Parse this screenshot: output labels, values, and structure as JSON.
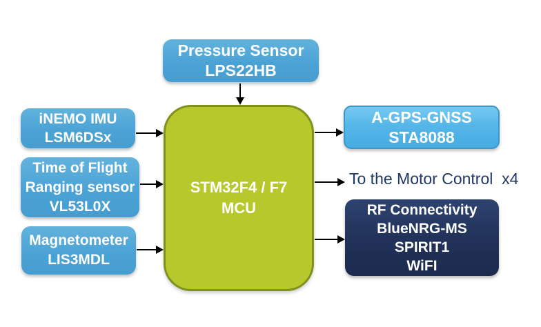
{
  "diagram": {
    "nodes": {
      "pressure_sensor": {
        "lines": [
          "Pressure Sensor",
          "LPS22HB"
        ]
      },
      "imu": {
        "lines": [
          "iNEMO IMU",
          "LSM6DSx"
        ]
      },
      "tof": {
        "lines": [
          "Time of Flight",
          "Ranging sensor",
          "VL53L0X"
        ]
      },
      "magnetometer": {
        "lines": [
          "Magnetometer",
          "LIS3MDL"
        ]
      },
      "mcu": {
        "lines": [
          "STM32F4 / F7",
          "MCU"
        ]
      },
      "gnss": {
        "lines": [
          "A-GPS-GNSS",
          "STA8088"
        ]
      },
      "motor_label": {
        "text": "To the Motor Control  x4"
      },
      "rf": {
        "lines": [
          "RF Connectivity",
          "BlueNRG-MS",
          "SPIRIT1",
          "WiFI"
        ]
      }
    },
    "edges": [
      {
        "from": "pressure_sensor",
        "to": "mcu"
      },
      {
        "from": "imu",
        "to": "mcu"
      },
      {
        "from": "tof",
        "to": "mcu"
      },
      {
        "from": "magnetometer",
        "to": "mcu"
      },
      {
        "from": "mcu",
        "to": "gnss"
      },
      {
        "from": "mcu",
        "to": "motor_label"
      },
      {
        "from": "mcu",
        "to": "rf"
      }
    ],
    "colors": {
      "sensor_blue": "#4BA3D5",
      "gnss_light_blue": "#55B6E8",
      "mcu_green": "#B6C82B",
      "mcu_green_border": "#7F901C",
      "rf_navy": "#213158",
      "motor_text_navy": "#1F3864",
      "arrow_black": "#000000",
      "text_white": "#FFFFFF"
    }
  }
}
